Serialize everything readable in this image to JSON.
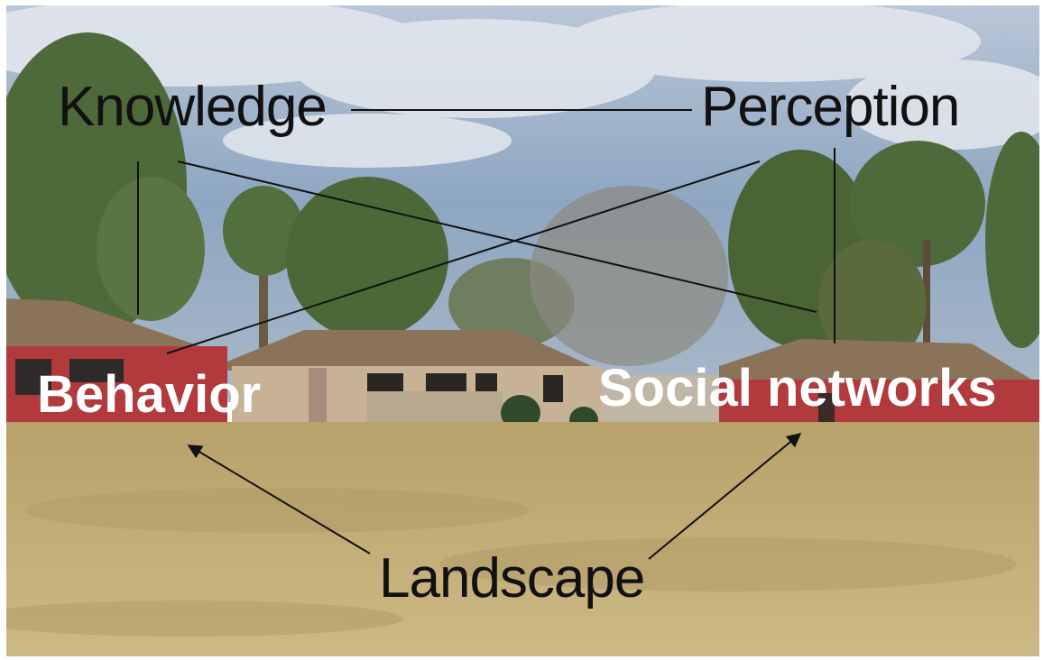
{
  "diagram": {
    "nodes": {
      "knowledge": "Knowledge",
      "perception": "Perception",
      "behavior": "Behavior",
      "social_networks": "Social networks",
      "landscape": "Landscape"
    },
    "edges": [
      {
        "from": "Knowledge",
        "to": "Perception",
        "type": "line"
      },
      {
        "from": "Knowledge",
        "to": "Behavior",
        "type": "line"
      },
      {
        "from": "Perception",
        "to": "Social networks",
        "type": "line"
      },
      {
        "from": "Knowledge",
        "to": "Social networks",
        "type": "line"
      },
      {
        "from": "Perception",
        "to": "Behavior",
        "type": "line"
      },
      {
        "from": "Landscape",
        "to": "Behavior",
        "type": "arrow"
      },
      {
        "from": "Landscape",
        "to": "Social networks",
        "type": "arrow"
      }
    ]
  },
  "photo": {
    "subject": "single-story houses with lawn and trees",
    "colors": {
      "sky": "#8ea6c2",
      "cloud": "#e4e8ee",
      "lawn": "#c4ae78",
      "red_house": "#b23a3c",
      "beige_house": "#c8b296",
      "roof": "#8a7358",
      "tree": "#4f6a3a",
      "line": "#111111"
    }
  }
}
